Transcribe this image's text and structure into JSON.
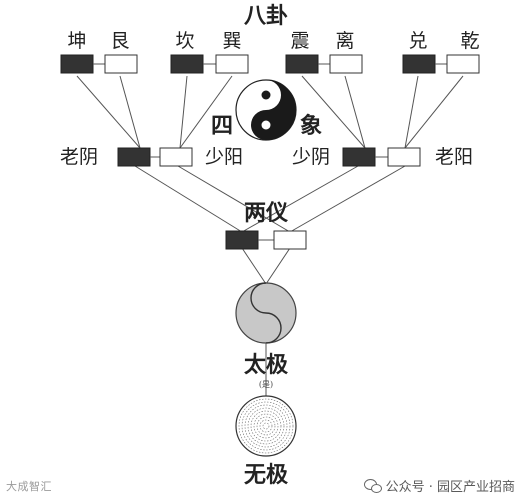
{
  "diagram": {
    "bagua_title": "八卦",
    "sixiang_left": "四",
    "sixiang_right": "象",
    "liangyi_title": "两仪",
    "taiji_title": "太极",
    "taiji_sub": "(是)",
    "wuji_title": "无极",
    "trigrams": [
      "坤",
      "艮",
      "坎",
      "巽",
      "震",
      "离",
      "兑",
      "乾"
    ],
    "four_images": [
      "老阴",
      "少阳",
      "少阴",
      "老阳"
    ]
  },
  "footer": {
    "left_watermark": "大成智汇",
    "right_text": "公众号 · 园区产业招商"
  }
}
